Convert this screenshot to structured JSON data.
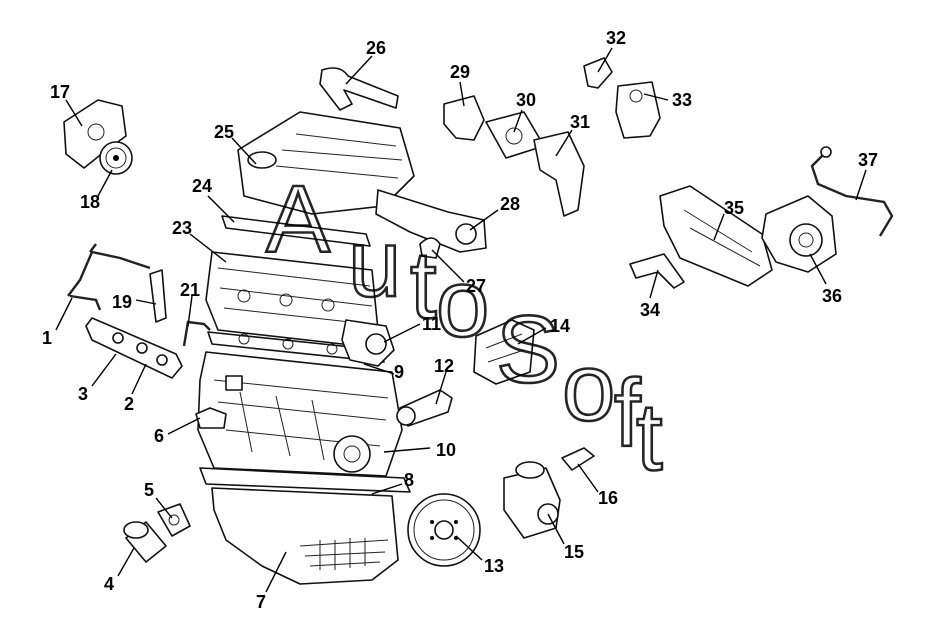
{
  "watermark": {
    "letters": [
      "A",
      "u",
      "t",
      "o",
      "S",
      "o",
      "f",
      "t"
    ]
  },
  "callouts": [
    {
      "label": "1"
    },
    {
      "label": "2"
    },
    {
      "label": "3"
    },
    {
      "label": "4"
    },
    {
      "label": "5"
    },
    {
      "label": "6"
    },
    {
      "label": "7"
    },
    {
      "label": "8"
    },
    {
      "label": "9"
    },
    {
      "label": "10"
    },
    {
      "label": "11"
    },
    {
      "label": "12"
    },
    {
      "label": "13"
    },
    {
      "label": "14"
    },
    {
      "label": "15"
    },
    {
      "label": "16"
    },
    {
      "label": "17"
    },
    {
      "label": "18"
    },
    {
      "label": "19"
    },
    {
      "label": "21"
    },
    {
      "label": "23"
    },
    {
      "label": "24"
    },
    {
      "label": "25"
    },
    {
      "label": "26"
    },
    {
      "label": "27"
    },
    {
      "label": "28"
    },
    {
      "label": "29"
    },
    {
      "label": "30"
    },
    {
      "label": "31"
    },
    {
      "label": "32"
    },
    {
      "label": "33"
    },
    {
      "label": "34"
    },
    {
      "label": "35"
    },
    {
      "label": "36"
    },
    {
      "label": "37"
    }
  ]
}
